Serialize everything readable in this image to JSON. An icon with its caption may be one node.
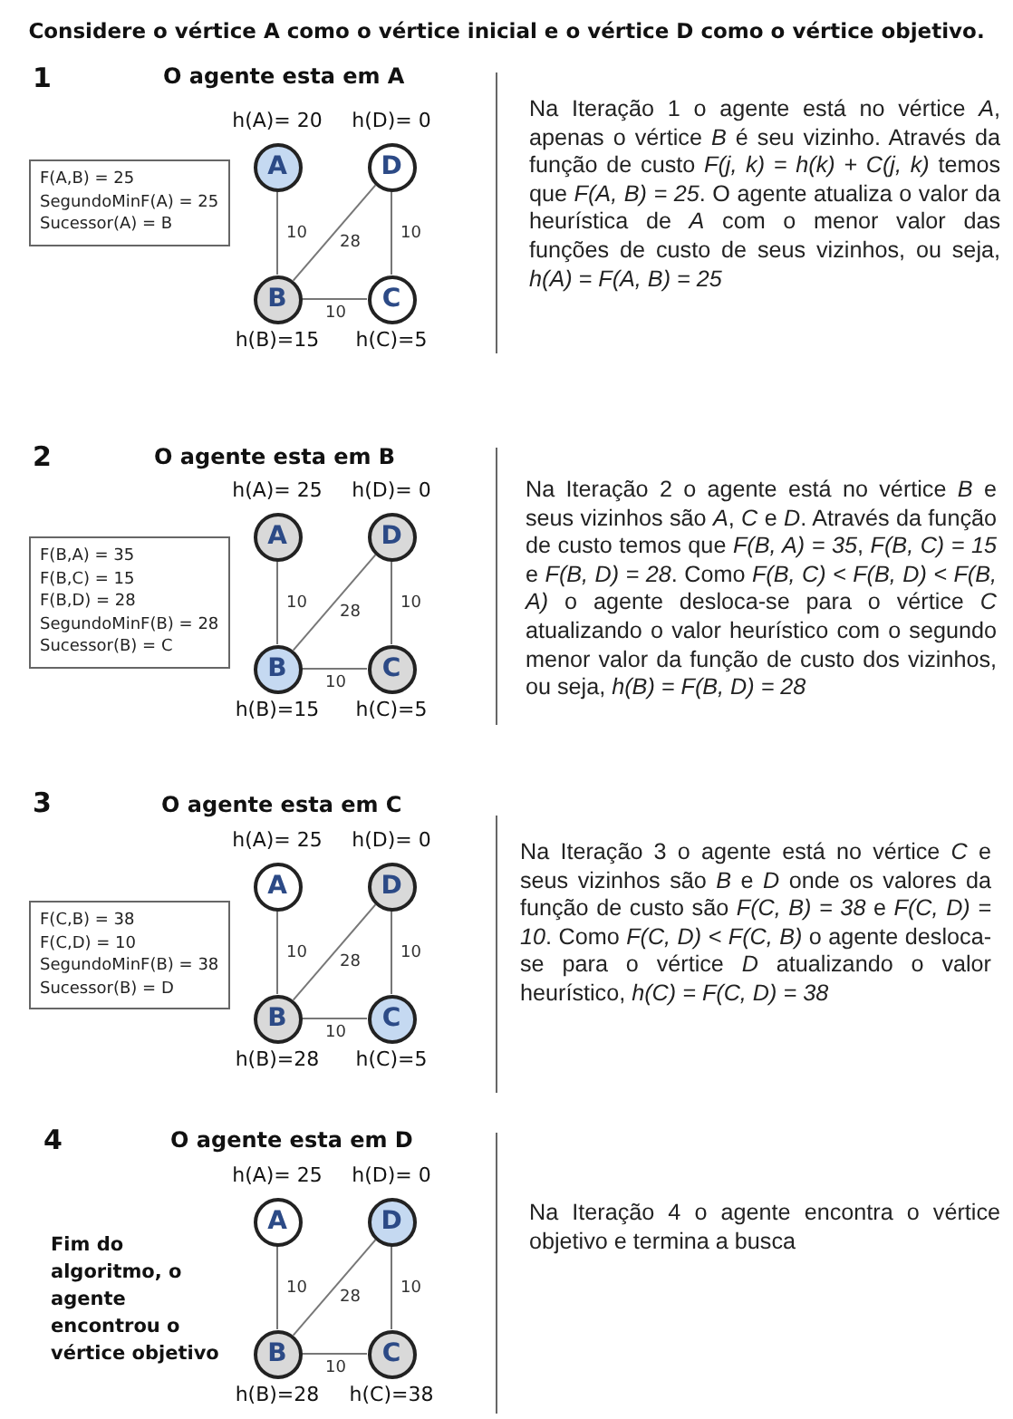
{
  "diagram": {
    "title": "Considere o vértice A como o vértice inicial e o vértice D como o vértice objetivo.",
    "nodes": [
      {
        "text": [
          "F(A,B) = 25",
          "SegundoMinF(A) = 25",
          "Sucessor(A) = B"
        ]
      },
      {
        "text": [
          "A"
        ],
        "beside": [
          "h(A)= 20"
        ]
      },
      {
        "text": [
          "D"
        ],
        "beside": [
          "h(D)= 0"
        ]
      },
      {
        "text": [
          "B"
        ],
        "beside": [
          "h(B)=15"
        ]
      },
      {
        "text": [
          "C"
        ],
        "beside": [
          "h(C)=5"
        ]
      },
      {
        "text": [
          "F(B,A) = 35",
          "F(B,C) = 15",
          "F(B,D) = 28",
          "SegundoMinF(B) = 28",
          "Sucessor(B) = C"
        ]
      },
      {
        "text": [
          "A"
        ],
        "beside": [
          "h(A)= 25"
        ]
      },
      {
        "text": [
          "D"
        ],
        "beside": [
          "h(D)= 0"
        ]
      },
      {
        "text": [
          "B"
        ],
        "beside": [
          "h(B)=15"
        ]
      },
      {
        "text": [
          "C"
        ],
        "beside": [
          "h(C)=5"
        ]
      },
      {
        "text": [
          "F(C,B) = 38",
          "F(C,D) = 10",
          "SegundoMinF(B) = 38",
          "Sucessor(B) = D"
        ]
      },
      {
        "text": [
          "A"
        ],
        "beside": [
          "h(A)= 25"
        ]
      },
      {
        "text": [
          "D"
        ],
        "beside": [
          "h(D)= 0"
        ]
      },
      {
        "text": [
          "B"
        ],
        "beside": [
          "h(B)=28"
        ]
      },
      {
        "text": [
          "C"
        ],
        "beside": [
          "h(C)=5"
        ]
      },
      {
        "text": [
          "A"
        ],
        "beside": [
          "h(A)= 25"
        ]
      },
      {
        "text": [
          "D"
        ],
        "beside": [
          "h(D)= 0"
        ]
      },
      {
        "text": [
          "B"
        ],
        "beside": [
          "h(B)=28"
        ]
      },
      {
        "text": [
          "C"
        ],
        "beside": [
          "h(C)=38"
        ]
      }
    ],
    "edges": [
      {
        "from": 1,
        "to": 3,
        "arrow": "none",
        "label": "10"
      },
      {
        "from": 3,
        "to": 2,
        "arrow": "none",
        "label": "28"
      },
      {
        "from": 2,
        "to": 4,
        "arrow": "none",
        "label": "10"
      },
      {
        "from": 3,
        "to": 4,
        "arrow": "none",
        "label": "10"
      },
      {
        "from": 6,
        "to": 8,
        "arrow": "none",
        "label": "10"
      },
      {
        "from": 8,
        "to": 7,
        "arrow": "none",
        "label": "28"
      },
      {
        "from": 7,
        "to": 9,
        "arrow": "none",
        "label": "10"
      },
      {
        "from": 8,
        "to": 9,
        "arrow": "none",
        "label": "10"
      },
      {
        "from": 11,
        "to": 13,
        "arrow": "none",
        "label": "10"
      },
      {
        "from": 13,
        "to": 12,
        "arrow": "none",
        "label": "28"
      },
      {
        "from": 12,
        "to": 14,
        "arrow": "none",
        "label": "10"
      },
      {
        "from": 13,
        "to": 14,
        "arrow": "none",
        "label": "10"
      },
      {
        "from": 15,
        "to": 17,
        "arrow": "none",
        "label": "10"
      },
      {
        "from": 17,
        "to": 16,
        "arrow": "none",
        "label": "28"
      },
      {
        "from": 16,
        "to": 18,
        "arrow": "none",
        "label": "10"
      },
      {
        "from": 17,
        "to": 18,
        "arrow": "none",
        "label": "10"
      }
    ],
    "labels": [
      "1",
      "O agente esta em A",
      "Na Iteração 1 o agente está no vértice *A*, apenas o vértice *B* é seu vizinho. Através da função de custo *F(j, k) = h(k) + C(j, k)* temos que *F(A, B) = 25*. O agente atualiza o valor da heurística de *A* com o menor valor das funções de custo de seus vizinhos, ou seja, *h(A) = F(A, B) = 25*",
      "2",
      "O agente esta em B",
      "Na Iteração 2 o agente está no vértice *B* e seus vizinhos são *A*, *C* e *D*. Através da função de custo temos que *F(B, A) = 35*, *F(B, C) = 15* e *F(B, D) = 28*. Como *F(B, C) < F(B, D) < F(B, A)* o agente desloca-se para o vértice *C* atualizando o valor heurístico com o segundo menor valor da função de custo dos vizinhos, ou seja, *h(B) = F(B, D) = 28*",
      "3",
      "O agente esta em C",
      "Na Iteração 3 o agente está no vértice *C* e seus vizinhos são *B* e *D* onde os valores da função de custo são *F(C, B) = 38* e *F(C, D) = 10*. Como *F(C, D) < F(C, B)* o agente desloca-se para o vértice *D* atualizando o valor heurístico, *h(C) = F(C, D) = 38*",
      "4",
      "O agente esta em D",
      "Fim do algoritmo, o agente encontrou o vértice objetivo",
      "Na Iteração 4 o agente encontra o vértice objetivo e termina a busca"
    ]
  }
}
